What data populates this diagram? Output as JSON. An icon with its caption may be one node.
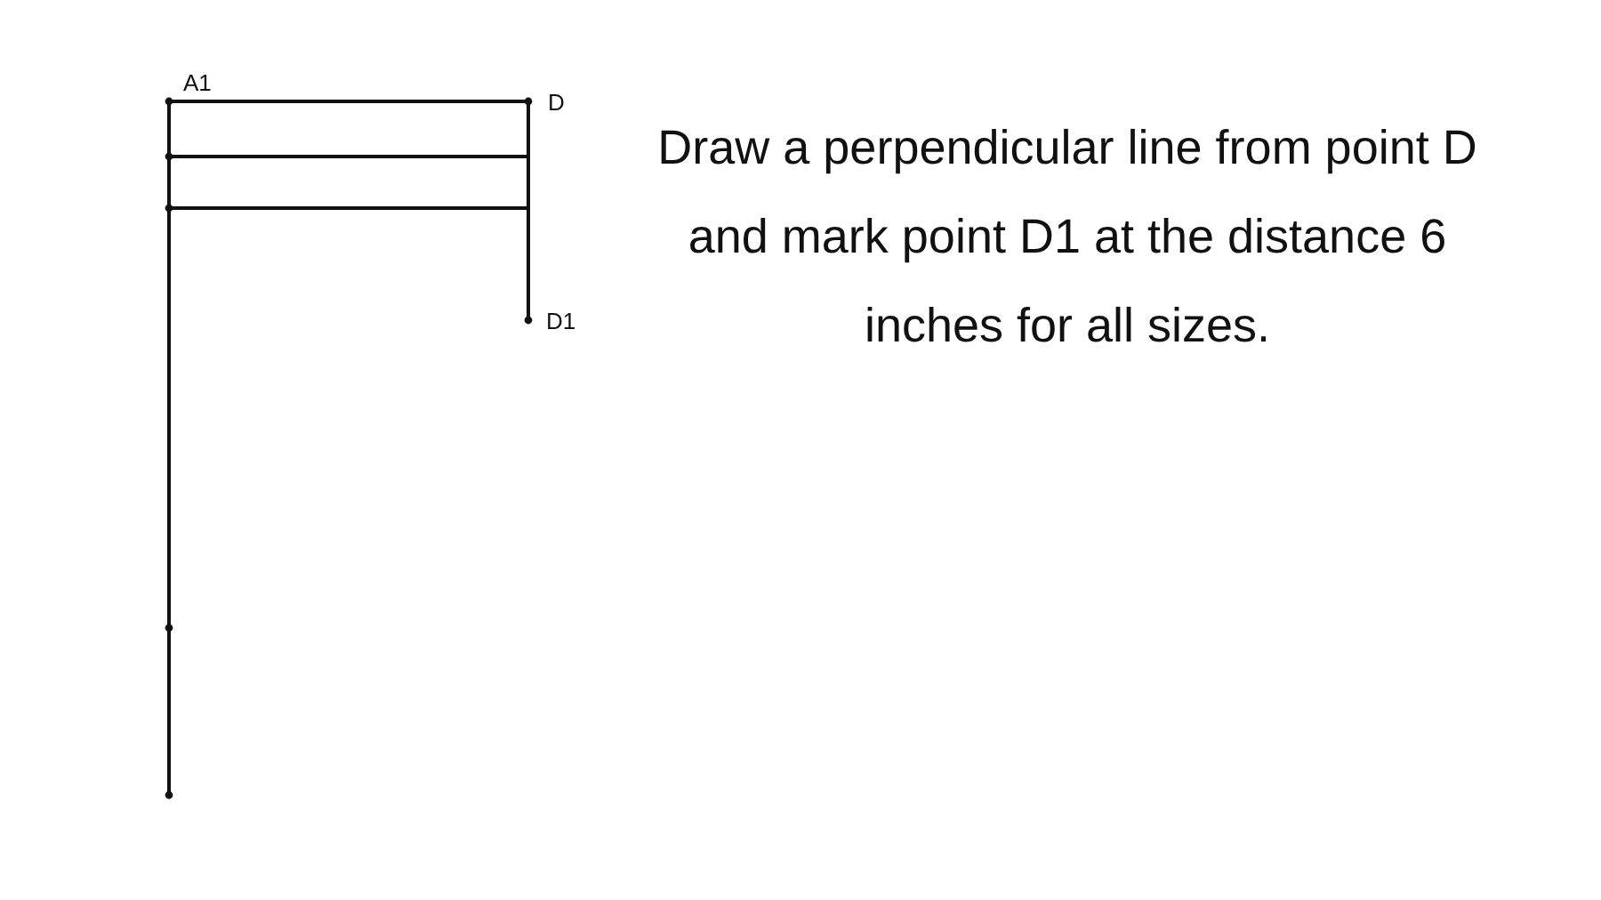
{
  "diagram": {
    "labels": [
      "A1",
      "D",
      "D1",
      "Draw a perpendicular line from point D and mark point D1 at the distance 6 inches for all sizes."
    ]
  }
}
